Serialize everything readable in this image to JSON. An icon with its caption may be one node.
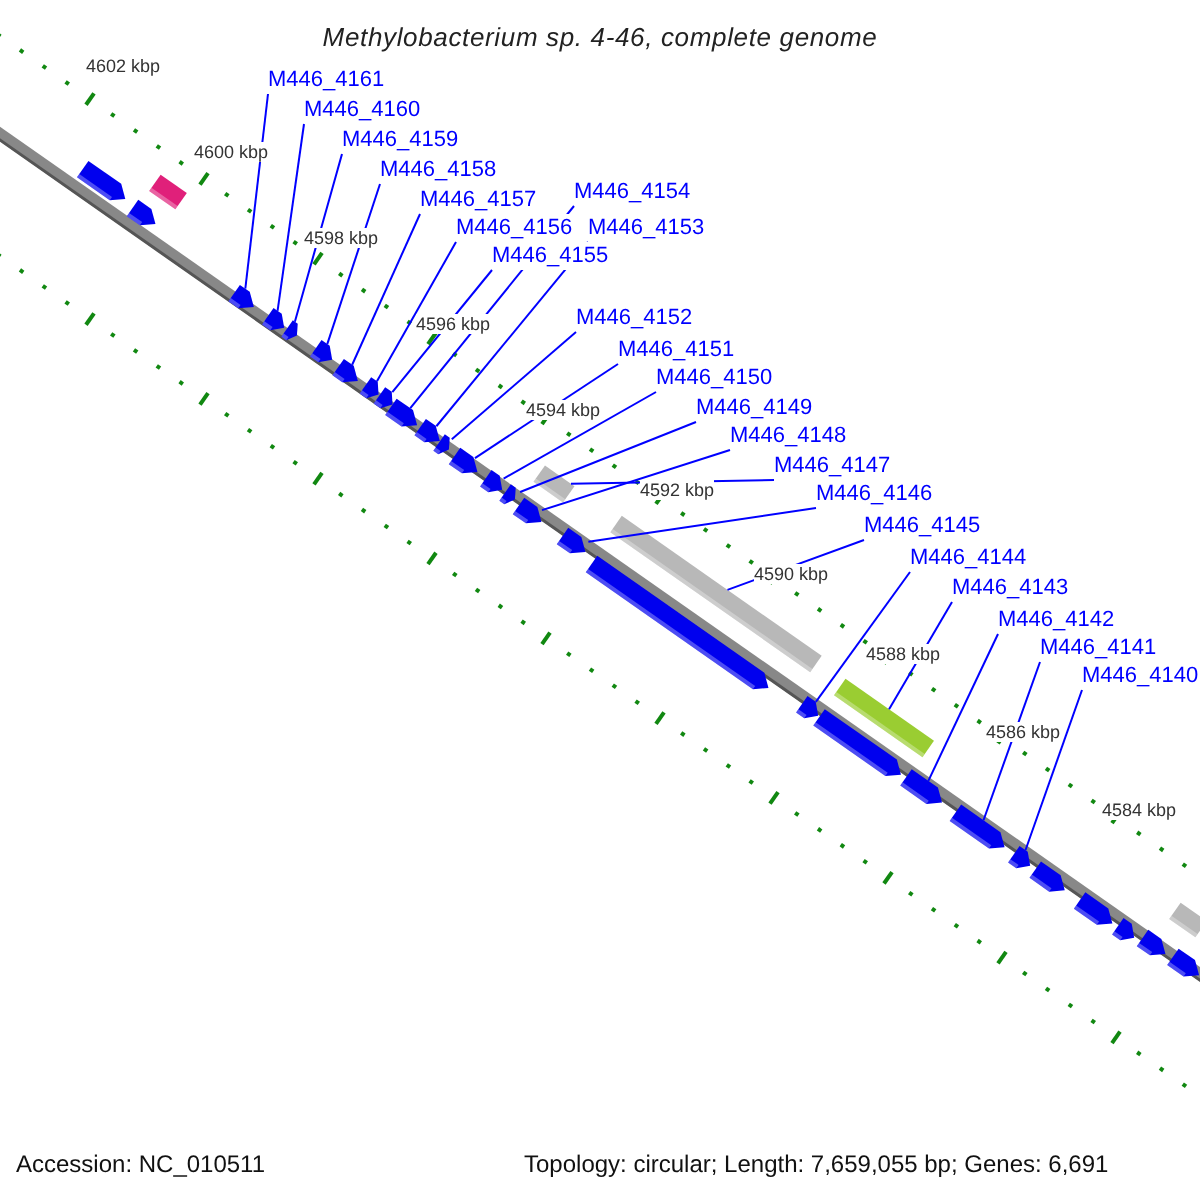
{
  "diagram": {
    "title": "Methylobacterium sp. 4-46, complete genome",
    "nodes": [
      {
        "text": [
          "M446_4161"
        ]
      },
      {
        "text": [
          "M446_4160"
        ]
      },
      {
        "text": [
          "M446_4159"
        ]
      },
      {
        "text": [
          "M446_4158"
        ]
      },
      {
        "text": [
          "M446_4157"
        ]
      },
      {
        "text": [
          "M446_4156"
        ]
      },
      {
        "text": [
          "M446_4155"
        ]
      },
      {
        "text": [
          "M446_4154"
        ]
      },
      {
        "text": [
          "M446_4153"
        ]
      },
      {
        "text": [
          "M446_4152"
        ]
      },
      {
        "text": [
          "M446_4151"
        ]
      },
      {
        "text": [
          "M446_4150"
        ]
      },
      {
        "text": [
          "M446_4149"
        ]
      },
      {
        "text": [
          "M446_4148"
        ]
      },
      {
        "text": [
          "M446_4147"
        ]
      },
      {
        "text": [
          "M446_4146"
        ]
      },
      {
        "text": [
          "M446_4145"
        ]
      },
      {
        "text": [
          "M446_4144"
        ]
      },
      {
        "text": [
          "M446_4143"
        ]
      },
      {
        "text": [
          "M446_4142"
        ]
      },
      {
        "text": [
          "M446_4141"
        ]
      },
      {
        "text": [
          "M446_4140"
        ]
      },
      {
        "text": [],
        "shape": "arrow"
      },
      {
        "text": [],
        "shape": "arrow"
      },
      {
        "text": [],
        "shape": "arrow"
      },
      {
        "text": [],
        "shape": "arrow"
      },
      {
        "text": [],
        "shape": "arrow"
      },
      {
        "text": [],
        "shape": "arrow"
      },
      {
        "text": [],
        "shape": "arrow"
      },
      {
        "text": [],
        "shape": "arrow"
      },
      {
        "text": [],
        "shape": "arrow"
      },
      {
        "text": [],
        "shape": "arrow"
      },
      {
        "text": [],
        "shape": "arrow"
      },
      {
        "text": [],
        "shape": "arrow"
      },
      {
        "text": [],
        "shape": "arrow"
      },
      {
        "text": [],
        "shape": "arrow"
      },
      {
        "text": [],
        "shape": "box"
      },
      {
        "text": [],
        "shape": "arrow"
      },
      {
        "text": [],
        "shape": "box"
      },
      {
        "text": [],
        "shape": "arrow"
      },
      {
        "text": [],
        "shape": "box"
      },
      {
        "text": [],
        "shape": "arrow"
      },
      {
        "text": [],
        "shape": "arrow"
      },
      {
        "text": [],
        "shape": "arrow"
      },
      {
        "text": [],
        "shape": "arrow"
      },
      {
        "text": [],
        "shape": "arrow"
      },
      {
        "text": [],
        "shape": "box"
      },
      {
        "text": [],
        "shape": "arrow"
      },
      {
        "text": [],
        "shape": "arrow"
      },
      {
        "text": [],
        "shape": "arrow"
      },
      {
        "text": [],
        "shape": "arrow"
      },
      {
        "text": [],
        "shape": "arrow"
      },
      {
        "text": [],
        "shape": "arrow"
      },
      {
        "text": [],
        "shape": "arrow"
      },
      {
        "text": [],
        "shape": "box"
      }
    ],
    "edges": [
      {
        "from": 0,
        "to": 22,
        "arrow": "none"
      },
      {
        "from": 1,
        "to": 23,
        "arrow": "none"
      },
      {
        "from": 2,
        "to": 24,
        "arrow": "none"
      },
      {
        "from": 3,
        "to": 25,
        "arrow": "none"
      },
      {
        "from": 4,
        "to": 26,
        "arrow": "none"
      },
      {
        "from": 5,
        "to": 27,
        "arrow": "none"
      },
      {
        "from": 6,
        "to": 28,
        "arrow": "none"
      },
      {
        "from": 7,
        "to": 29,
        "arrow": "none"
      },
      {
        "from": 8,
        "to": 30,
        "arrow": "none"
      },
      {
        "from": 9,
        "to": 31,
        "arrow": "none"
      },
      {
        "from": 10,
        "to": 32,
        "arrow": "none"
      },
      {
        "from": 11,
        "to": 33,
        "arrow": "none"
      },
      {
        "from": 12,
        "to": 34,
        "arrow": "none"
      },
      {
        "from": 13,
        "to": 35,
        "arrow": "none"
      },
      {
        "from": 14,
        "to": 36,
        "arrow": "none"
      },
      {
        "from": 15,
        "to": 37,
        "arrow": "none"
      },
      {
        "from": 16,
        "to": 38,
        "arrow": "none"
      },
      {
        "from": 17,
        "to": 39,
        "arrow": "none"
      },
      {
        "from": 18,
        "to": 40,
        "arrow": "none"
      },
      {
        "from": 19,
        "to": 41,
        "arrow": "none"
      },
      {
        "from": 20,
        "to": 42,
        "arrow": "none"
      },
      {
        "from": 21,
        "to": 43,
        "arrow": "none"
      }
    ],
    "labels": [
      "4602 kbp",
      "4600 kbp",
      "4598 kbp",
      "4596 kbp",
      "4594 kbp",
      "4592 kbp",
      "4590 kbp",
      "4588 kbp",
      "4586 kbp",
      "4584 kbp",
      "Accession: NC_010511",
      "Topology: circular; Length: 7,659,055 bp; Genes: 6,691"
    ]
  }
}
